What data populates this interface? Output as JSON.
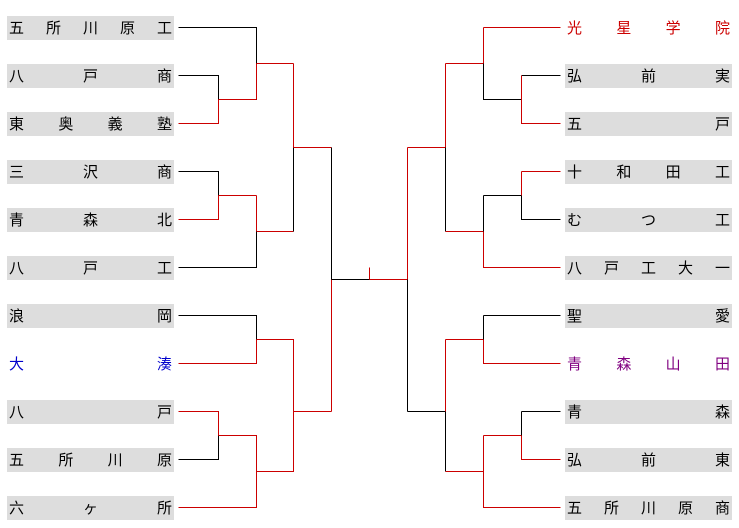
{
  "colors": {
    "win": "#cc0000",
    "normal": "#000000",
    "blue": "#0000cc",
    "purple": "#800080",
    "cell": "#dddddd"
  },
  "left_teams": [
    {
      "name": "五所川原工",
      "color": "#000000"
    },
    {
      "name": "八戸商",
      "color": "#000000"
    },
    {
      "name": "東奥義塾",
      "color": "#000000"
    },
    {
      "name": "三沢商",
      "color": "#000000"
    },
    {
      "name": "青森北",
      "color": "#000000"
    },
    {
      "name": "八戸工",
      "color": "#000000"
    },
    {
      "name": "浪岡",
      "color": "#000000"
    },
    {
      "name": "大湊",
      "color": "#0000cc"
    },
    {
      "name": "八戸",
      "color": "#000000"
    },
    {
      "name": "五所川原",
      "color": "#000000"
    },
    {
      "name": "六ヶ所",
      "color": "#000000"
    }
  ],
  "right_teams": [
    {
      "name": "光星学院",
      "color": "#cc0000"
    },
    {
      "name": "弘前実",
      "color": "#000000"
    },
    {
      "name": "五戸",
      "color": "#000000"
    },
    {
      "name": "十和田工",
      "color": "#000000"
    },
    {
      "name": "むつ工",
      "color": "#000000"
    },
    {
      "name": "八戸工大一",
      "color": "#000000"
    },
    {
      "name": "聖愛",
      "color": "#000000"
    },
    {
      "name": "青森山田",
      "color": "#800080"
    },
    {
      "name": "青森",
      "color": "#000000"
    },
    {
      "name": "弘前東",
      "color": "#000000"
    },
    {
      "name": "五所川原商",
      "color": "#000000"
    }
  ]
}
